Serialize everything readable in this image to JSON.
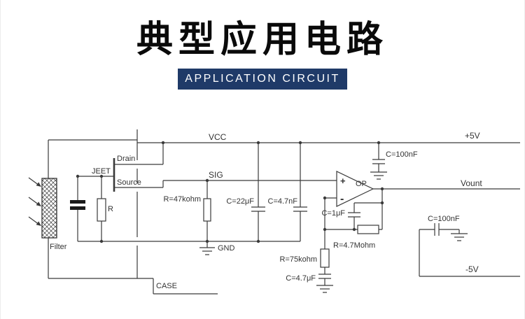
{
  "header": {
    "title": "典型应用电路",
    "subtitle": "APPLICATION CIRCUIT"
  },
  "colors": {
    "banner_bg": "#1f3a68",
    "banner_text": "#ffffff",
    "title_text": "#0a0a0a",
    "line": "#3a3a3a",
    "background": "#ffffff"
  },
  "circuit": {
    "labels": {
      "vcc": "VCC",
      "plus5v": "+5V",
      "c100nf_top": "C=100nF",
      "drain": "Drain",
      "source": "Source",
      "jfet": "JEET",
      "sig": "SIG",
      "gate_resistor": "R",
      "filter": "Filter",
      "gnd": "GND",
      "case_pin": "CASE",
      "r47k": "R=47kohm",
      "c22uf": "C=22μF",
      "c47nf": "C=4.7nF",
      "opamp": "OP",
      "plus": "+",
      "minus": "-",
      "vout": "Vount",
      "c1uf": "C=1μF",
      "r47m": "R=4.7Mohm",
      "r75k": "R=75kohm",
      "c47uf": "C=4.7μF",
      "c100nf_bottom": "C=100nF",
      "minus5v": "-5V"
    }
  }
}
